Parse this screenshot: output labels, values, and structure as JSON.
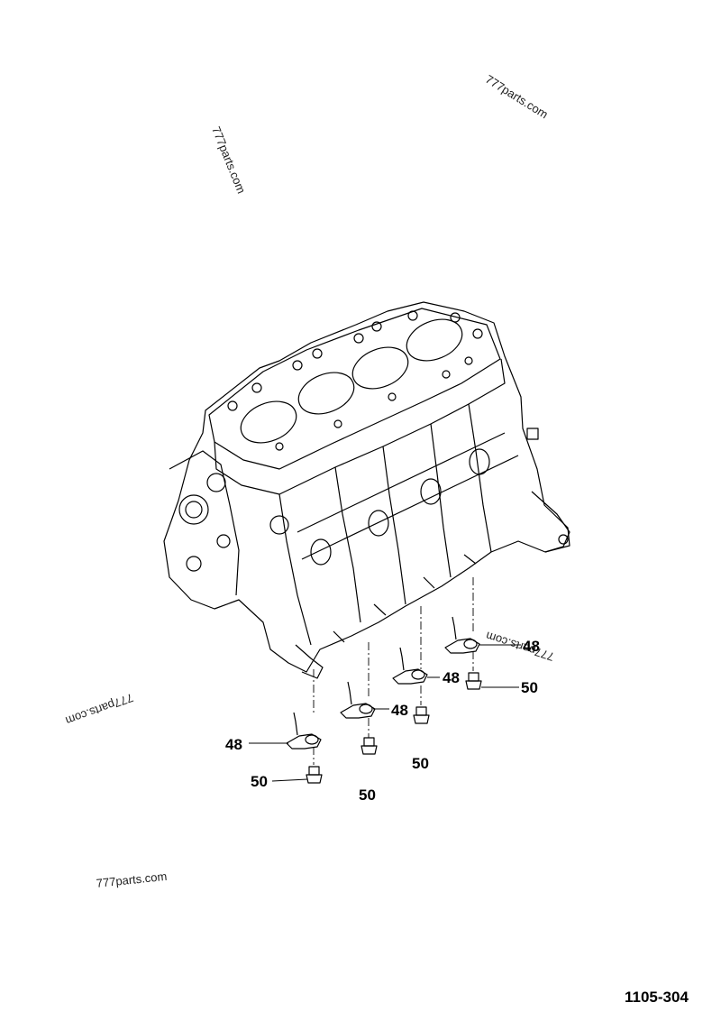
{
  "watermarks": [
    "777parts.com",
    "777parts.com",
    "777parts.com",
    "777parts.com",
    "777parts.com"
  ],
  "callouts": {
    "oil_jet_label": "48",
    "bolt_label": "50"
  },
  "page_number": "1105-304"
}
